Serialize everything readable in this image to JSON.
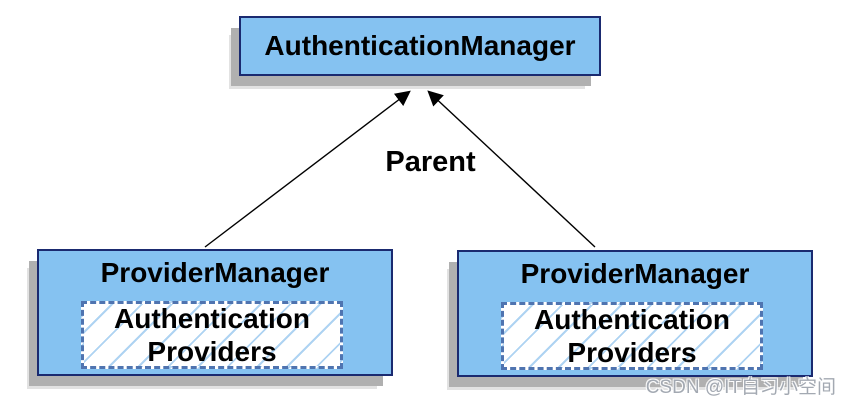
{
  "diagram": {
    "title_box": {
      "label": "AuthenticationManager"
    },
    "parent_label": "Parent",
    "provider_boxes": [
      {
        "title": "ProviderManager",
        "inner_label": "Authentication Providers"
      },
      {
        "title": "ProviderManager",
        "inner_label": "Authentication Providers"
      }
    ],
    "watermark": "CSDN @IT自习小空间",
    "colors": {
      "box_fill": "#85c2f1",
      "box_border": "#1a2a70",
      "dashed_border": "#4f74b0",
      "hatch_line": "#aed3f2",
      "shadow": "#b0b0b0",
      "arrow": "#000000",
      "watermark_color": "#a3a9b2"
    }
  }
}
